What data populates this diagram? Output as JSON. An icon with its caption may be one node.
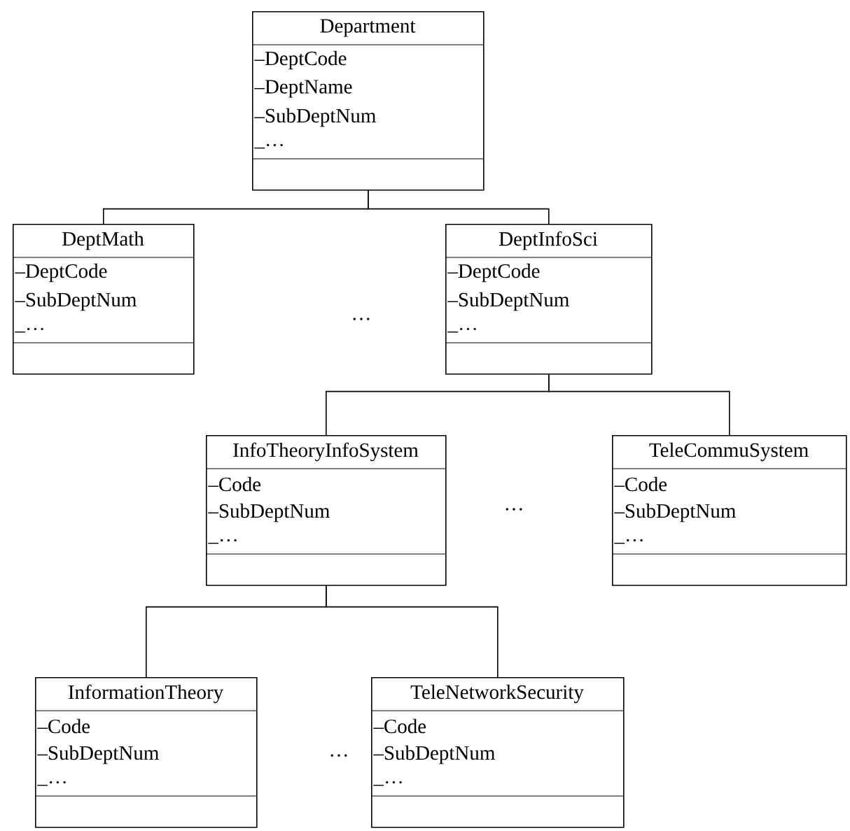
{
  "diagram": {
    "nodes": [
      {
        "text": [
          "Department",
          "–DeptCode",
          "–DeptName",
          "–SubDeptNum",
          "_…"
        ]
      },
      {
        "text": [
          "DeptMath",
          "–DeptCode",
          "–SubDeptNum",
          "_…"
        ]
      },
      {
        "text": [
          "DeptInfoSci",
          "–DeptCode",
          "–SubDeptNum",
          "_…"
        ]
      },
      {
        "text": [
          "InfoTheoryInfoSystem",
          "–Code",
          "–SubDeptNum",
          "_…"
        ]
      },
      {
        "text": [
          "TeleCommuSystem",
          "–Code",
          "–SubDeptNum",
          "_…"
        ]
      },
      {
        "text": [
          "InformationTheory",
          "–Code",
          "–SubDeptNum",
          "_…"
        ]
      },
      {
        "text": [
          "TeleNetworkSecurity",
          "–Code",
          "–SubDeptNum",
          "_…"
        ]
      }
    ],
    "edges": [
      {
        "from": 0,
        "to": 1,
        "arrow": "none"
      },
      {
        "from": 0,
        "to": 2,
        "arrow": "none"
      },
      {
        "from": 2,
        "to": 3,
        "arrow": "none"
      },
      {
        "from": 2,
        "to": 4,
        "arrow": "none"
      },
      {
        "from": 3,
        "to": 5,
        "arrow": "none"
      },
      {
        "from": 3,
        "to": 6,
        "arrow": "none"
      }
    ],
    "labels": [
      "…",
      "…",
      "…"
    ]
  }
}
